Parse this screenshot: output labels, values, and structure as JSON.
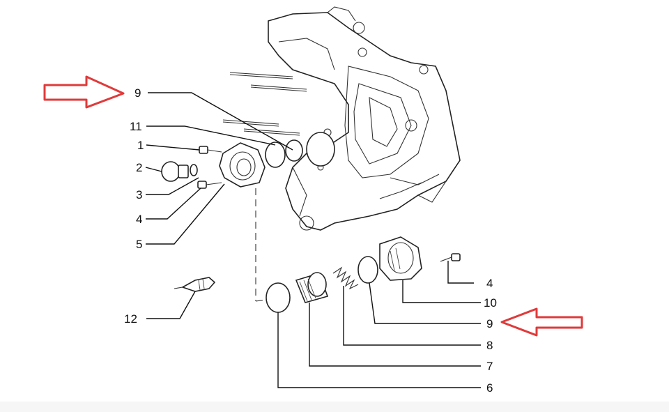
{
  "diagram": {
    "callouts": [
      {
        "id": "left-9",
        "label": "9"
      },
      {
        "id": "left-11",
        "label": "11"
      },
      {
        "id": "left-1",
        "label": "1"
      },
      {
        "id": "left-2",
        "label": "2"
      },
      {
        "id": "left-3",
        "label": "3"
      },
      {
        "id": "left-4",
        "label": "4"
      },
      {
        "id": "left-5",
        "label": "5"
      },
      {
        "id": "left-12",
        "label": "12"
      },
      {
        "id": "right-4",
        "label": "4"
      },
      {
        "id": "right-10",
        "label": "10"
      },
      {
        "id": "right-9",
        "label": "9"
      },
      {
        "id": "right-8",
        "label": "8"
      },
      {
        "id": "right-7",
        "label": "7"
      },
      {
        "id": "right-6",
        "label": "6"
      }
    ],
    "highlight_color": "#e03a3a",
    "line_color": "#111111"
  }
}
